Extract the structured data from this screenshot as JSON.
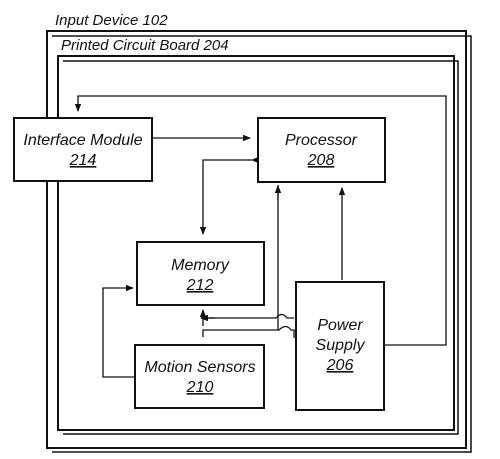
{
  "container": {
    "outer_label": "Input Device 102",
    "inner_label": "Printed Circuit Board 204"
  },
  "blocks": {
    "interface_module": {
      "title": "Interface Module",
      "ref": "214"
    },
    "processor": {
      "title": "Processor",
      "ref": "208"
    },
    "memory": {
      "title": "Memory",
      "ref": "212"
    },
    "motion_sensors": {
      "title": "Motion Sensors",
      "ref": "210"
    },
    "power_supply": {
      "title_line1": "Power",
      "title_line2": "Supply",
      "ref": "206"
    }
  }
}
